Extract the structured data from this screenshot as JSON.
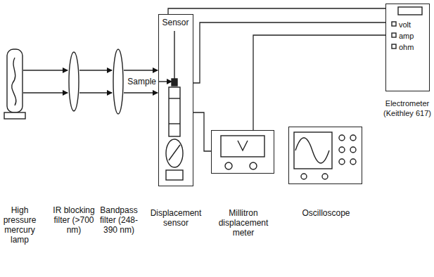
{
  "diagram": {
    "nodes": [
      {
        "text": [
          "Sensor",
          "Displacement sensor"
        ]
      },
      {
        "text": [
          "Millitron displacement meter"
        ]
      },
      {
        "text": [
          "Oscilloscope"
        ]
      },
      {
        "text": [
          "volt",
          "amp",
          "ohm",
          "Electrometer (Keithley 617)"
        ]
      }
    ],
    "edges": [
      {
        "from": 0,
        "to": 3,
        "arrow": "none"
      },
      {
        "from": 0,
        "to": 3,
        "arrow": "none"
      },
      {
        "from": 0,
        "to": 1,
        "arrow": "none"
      },
      {
        "from": 1,
        "to": 3,
        "arrow": "none"
      }
    ],
    "labels": [
      "High pressure mercury lamp",
      "IR blocking filter (>700 nm)",
      "Bandpass filter (248-390 nm)",
      "Sample"
    ]
  }
}
